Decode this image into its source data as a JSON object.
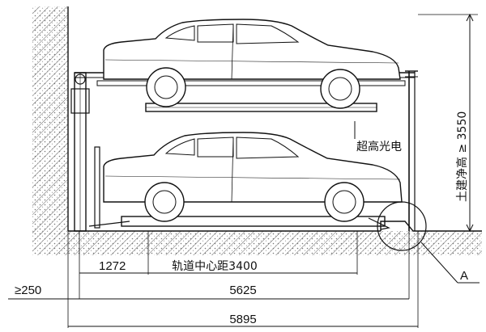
{
  "labels": {
    "rail_spacing": "轨道中心距3400",
    "offset_left": "1272",
    "wall_gap": "≥250",
    "span_inner": "5625",
    "span_total": "5895",
    "clear_height": "土建净高 ≥ 3550",
    "sensor": "超高光电",
    "detail": "A"
  },
  "colors": {
    "line": "#111111",
    "hatch": "#555555",
    "body": "#ffffff"
  }
}
